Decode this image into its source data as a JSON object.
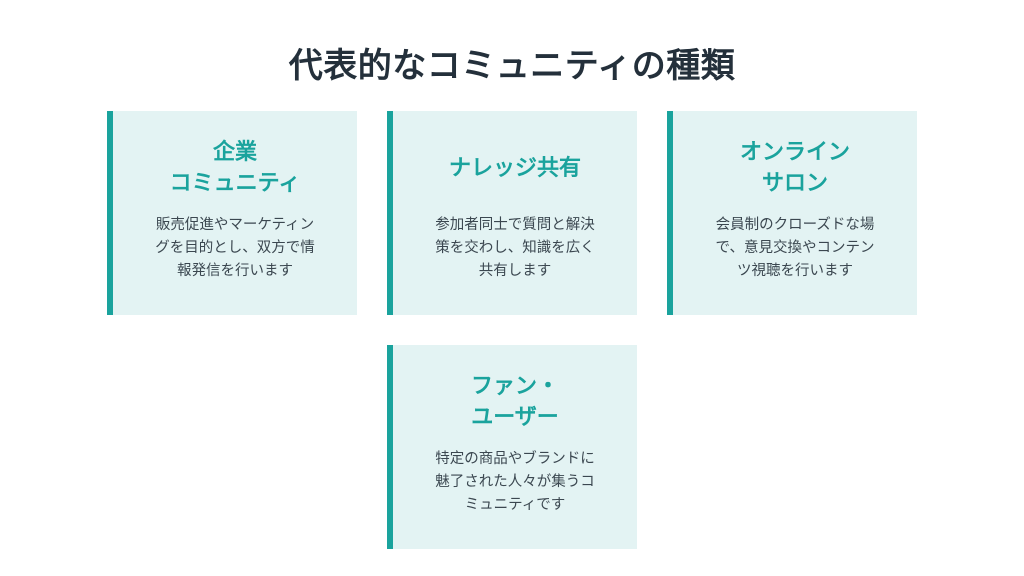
{
  "title": "代表的なコミュニティの種類",
  "cards": [
    {
      "heading": "企業\nコミュニティ",
      "body": "販売促進やマーケティン\nグを目的とし、双方で情\n報発信を行います"
    },
    {
      "heading": "ナレッジ共有",
      "body": "参加者同士で質問と解決\n策を交わし、知識を広く\n共有します"
    },
    {
      "heading": "オンライン\nサロン",
      "body": "会員制のクローズドな場\nで、意見交換やコンテン\nツ視聴を行います"
    },
    {
      "heading": "ファン・\nユーザー",
      "body": "特定の商品やブランドに\n魅了された人々が集うコ\nミュニティです"
    }
  ],
  "colors": {
    "accent": "#1aa39d",
    "card_background": "#e3f3f3",
    "title_text": "#24303b",
    "body_text": "#3b4750"
  }
}
